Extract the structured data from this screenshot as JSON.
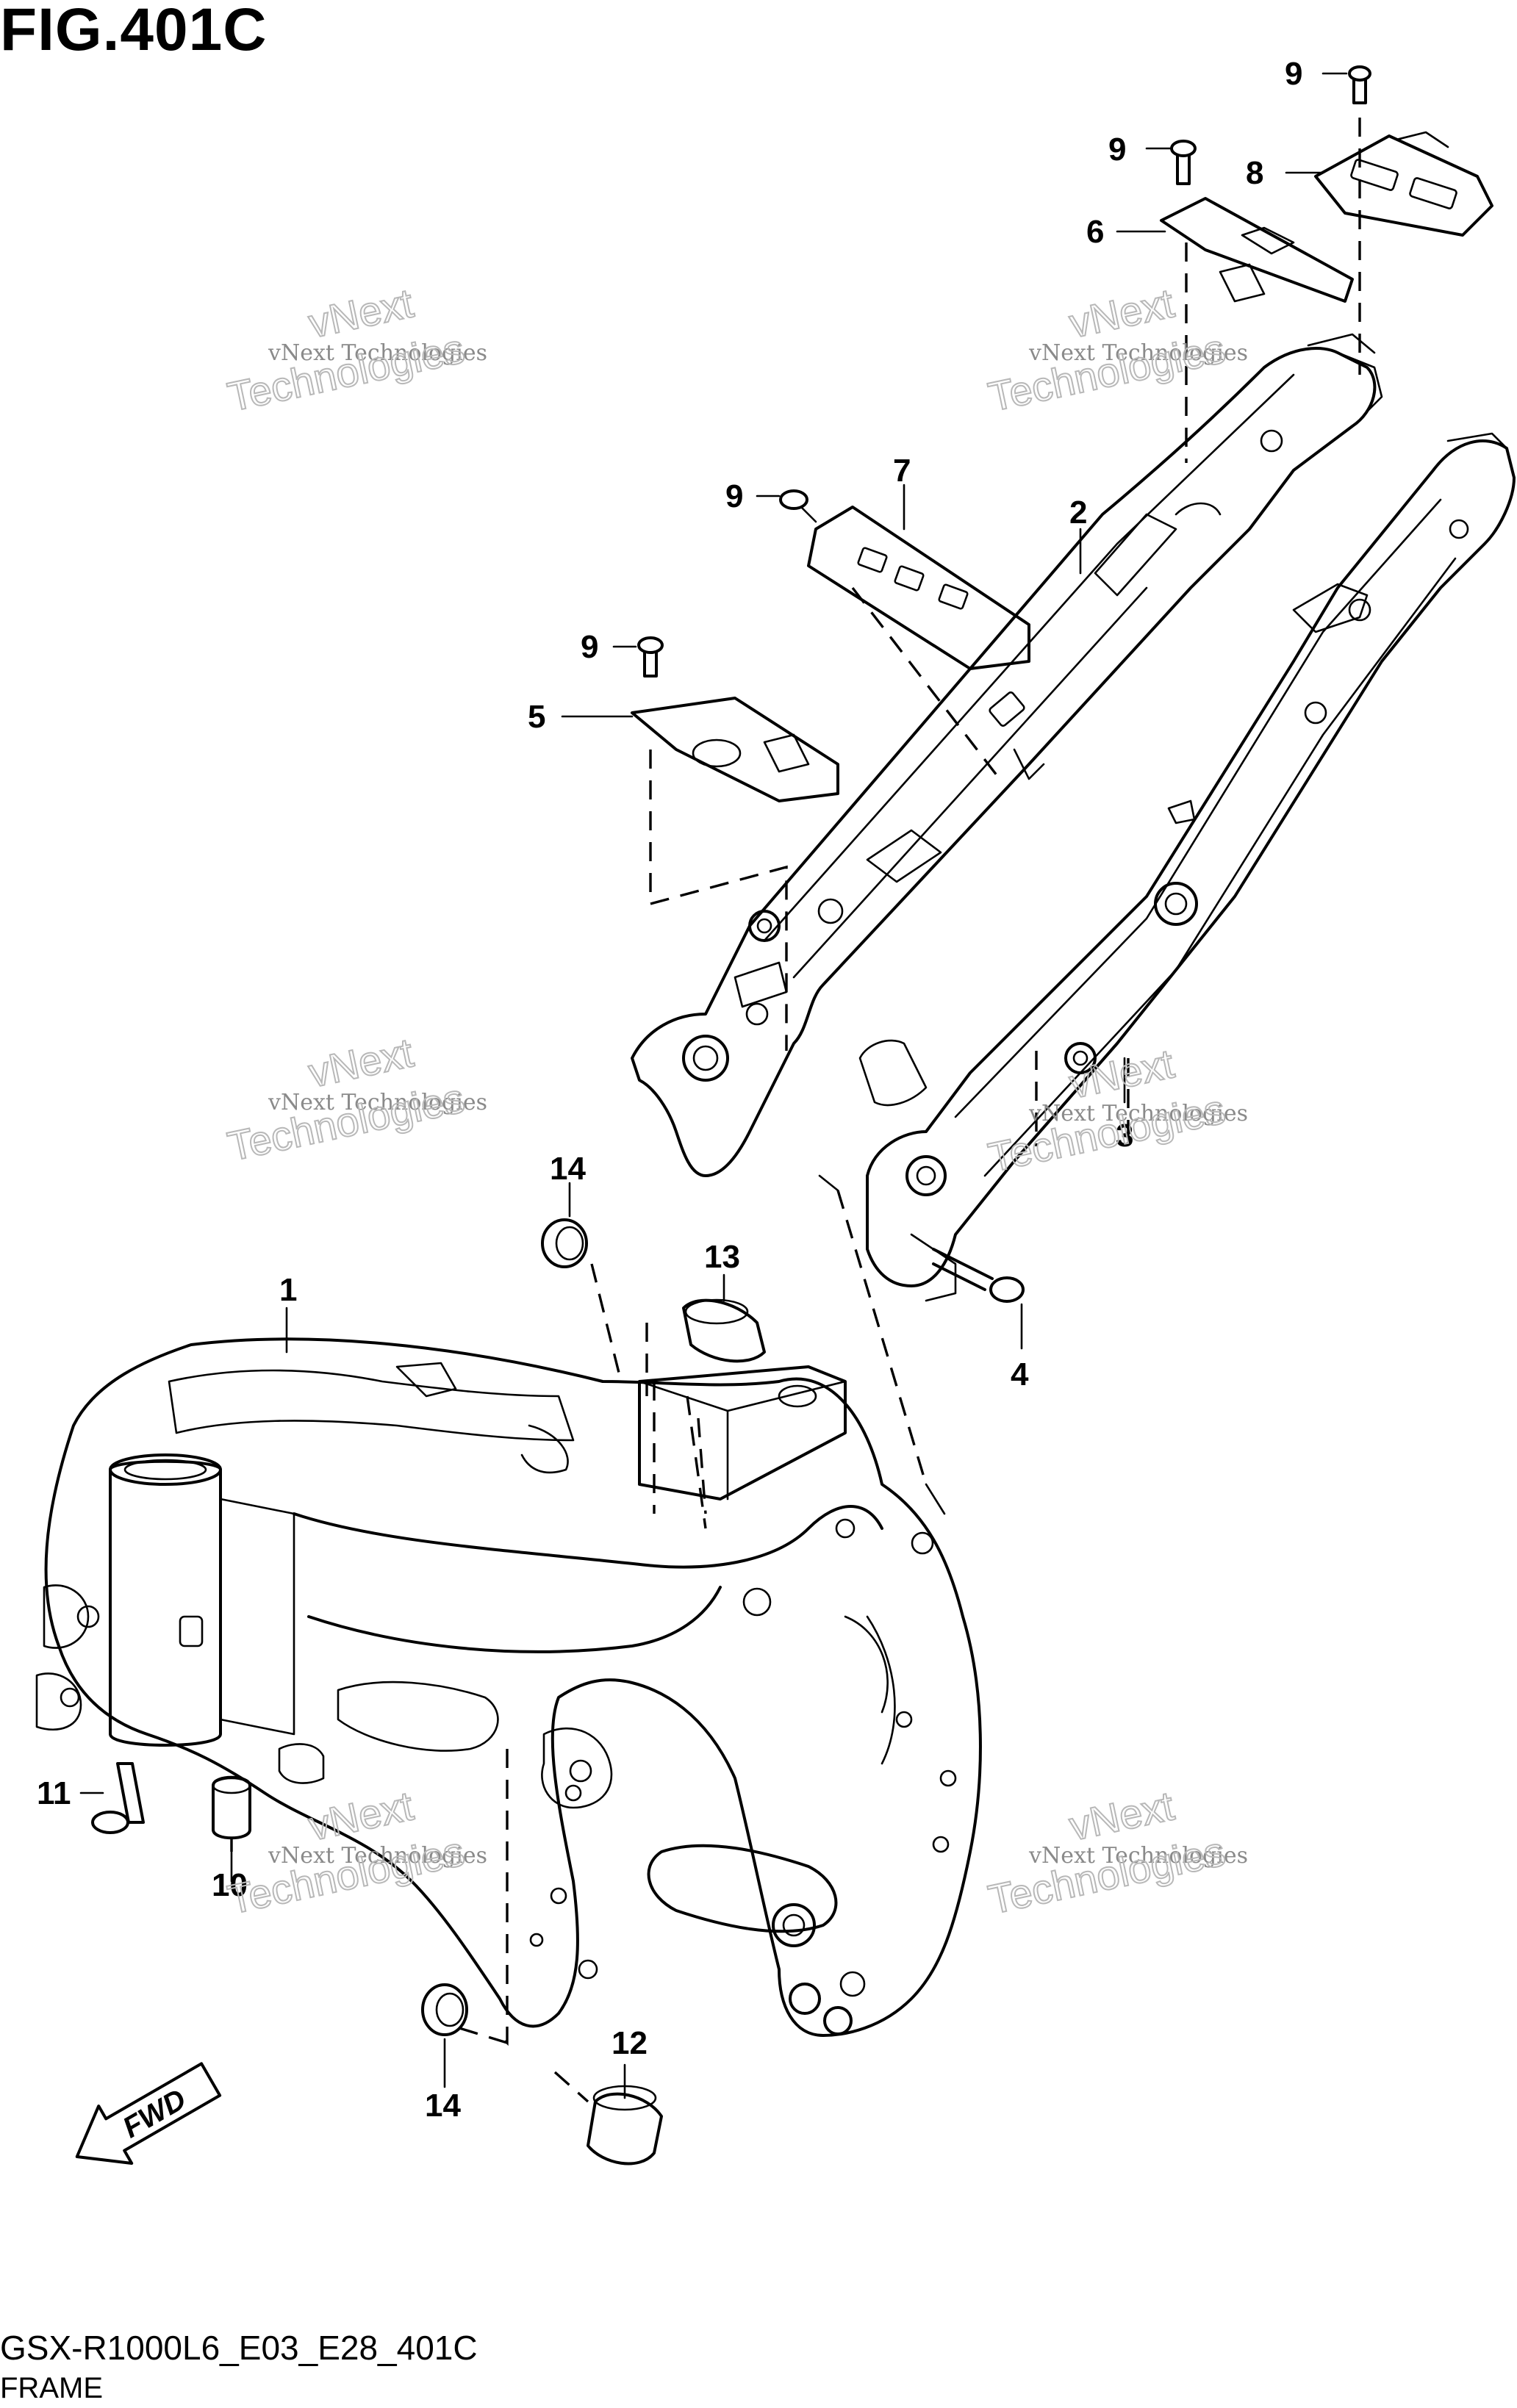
{
  "header": {
    "title": "FIG.401C"
  },
  "footer": {
    "code": "GSX-R1000L6_E03_E28_401C",
    "name": "FRAME"
  },
  "diagram": {
    "fwd_label": "FWD",
    "callouts": [
      "1",
      "2",
      "3",
      "4",
      "5",
      "6",
      "7",
      "8",
      "9",
      "9",
      "9",
      "9",
      "10",
      "11",
      "12",
      "13",
      "14",
      "14"
    ],
    "watermark": {
      "line1": "vNext Technologies",
      "line2": "vNext",
      "line3": "Technologies"
    }
  }
}
